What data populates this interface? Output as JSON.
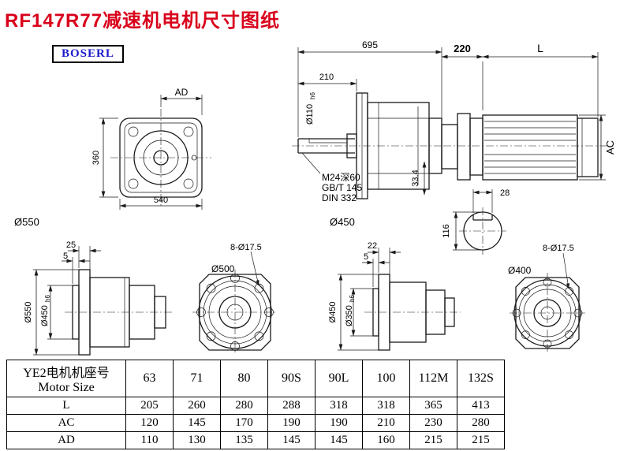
{
  "colors": {
    "title_red": "#d9001b",
    "brand_blue": "#1a1acc",
    "line_black": "#1a1a1a"
  },
  "page": {
    "title": "RF147R77减速机电机尺寸图纸",
    "brand": "BOSERL"
  },
  "views": {
    "front": {
      "dim_ad": "AD",
      "dim_360": "360",
      "dim_540": "540",
      "label_dia": "Ø550"
    },
    "side": {
      "dim_695": "695",
      "dim_210": "210",
      "shaft_dia": "Ø110",
      "shaft_tol": "h6",
      "note1": "M24深60",
      "note2": "GB/T 145",
      "note3": "DIN 332",
      "dim_334": "33.4",
      "label_dia": "Ø450"
    },
    "motor": {
      "dim_220": "220",
      "dim_l": "L",
      "dim_ac": "AC",
      "dim_28": "28",
      "dim_116": "116"
    },
    "flange1": {
      "dim_25": "25",
      "dim_5": "5",
      "dia_outer": "Ø550",
      "spigot_dia": "Ø450",
      "spigot_tol": "h6"
    },
    "flange2": {
      "dia": "Ø500",
      "holes": "8-Ø17.5"
    },
    "flange3": {
      "dim_22": "22",
      "dim_5": "5",
      "dia_outer": "Ø450",
      "spigot_dia": "Ø350",
      "spigot_tol": "h6"
    },
    "flange4": {
      "dia": "Ø400",
      "holes": "8-Ø17.5"
    }
  },
  "table": {
    "header_cn": "YE2电机机座号",
    "header_en": "Motor Size",
    "sizes": [
      "63",
      "71",
      "80",
      "90S",
      "90L",
      "100",
      "112M",
      "132S"
    ],
    "rows": [
      {
        "label": "L",
        "values": [
          "205",
          "260",
          "280",
          "288",
          "318",
          "318",
          "365",
          "413"
        ]
      },
      {
        "label": "AC",
        "values": [
          "120",
          "145",
          "170",
          "190",
          "190",
          "210",
          "230",
          "280"
        ]
      },
      {
        "label": "AD",
        "values": [
          "110",
          "130",
          "135",
          "145",
          "145",
          "160",
          "215",
          "215"
        ]
      }
    ]
  }
}
